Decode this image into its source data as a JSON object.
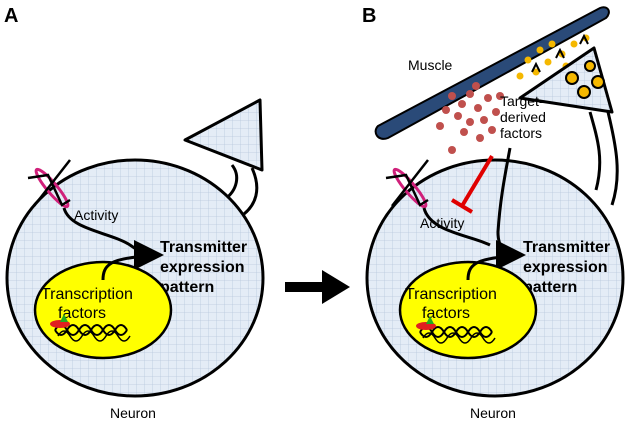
{
  "panels": {
    "a": {
      "letter": "A",
      "activity": "Activity",
      "transmitter": [
        "Transmitter",
        "expression",
        "pattern"
      ],
      "transcription": [
        "Transcription",
        "factors"
      ],
      "neuron": "Neuron"
    },
    "b": {
      "letter": "B",
      "muscle": "Muscle",
      "target_factors": [
        "Target-",
        "derived",
        "factors"
      ],
      "activity": "Activity",
      "transmitter": [
        "Transmitter",
        "expression",
        "pattern"
      ],
      "transcription": [
        "Transcription",
        "factors"
      ],
      "neuron": "Neuron"
    }
  },
  "colors": {
    "cell_fill": "#dde8f4",
    "nucleus_fill": "#ffff00",
    "muscle_fill": "#2a4a78",
    "factor_dots": "#c0504d",
    "transmitter_dots": "#f5b800",
    "inhibition_arrow": "#e00000",
    "channel": "#d0207a"
  }
}
